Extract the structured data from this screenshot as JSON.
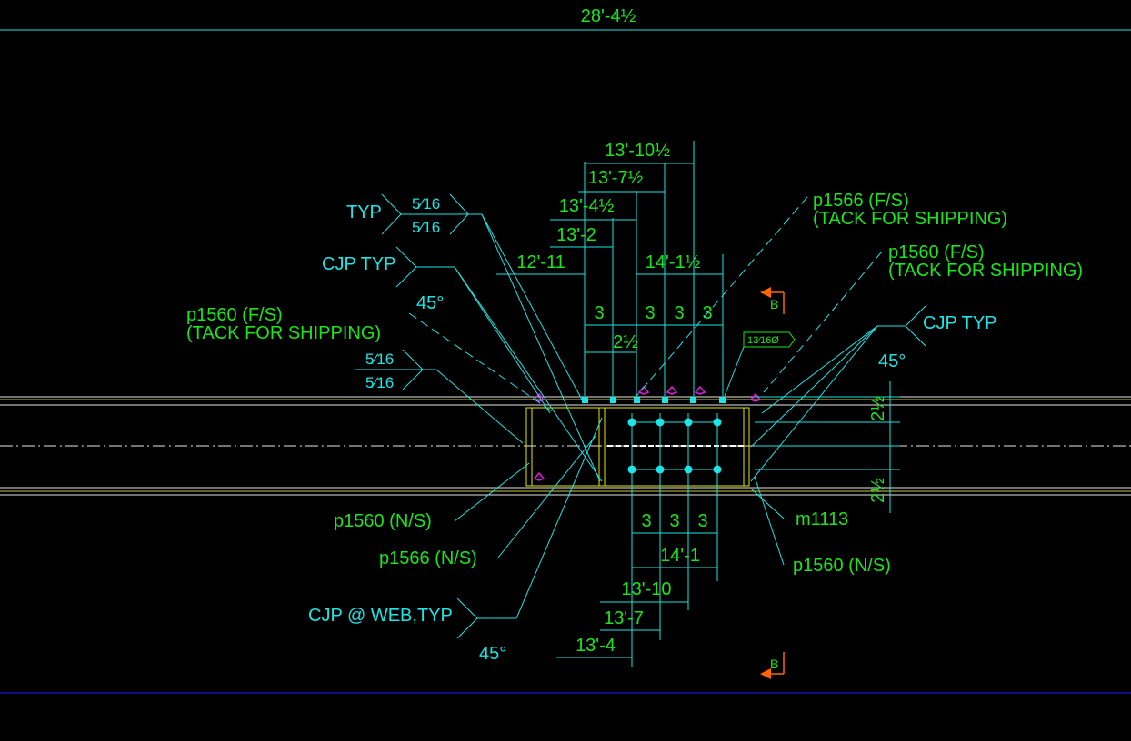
{
  "drawing": {
    "overall_length": "28'-4½",
    "dims_top": {
      "d1": "13'-10½",
      "d2": "13'-7½",
      "d3": "13'-4½",
      "d4": "13'-2",
      "d5": "12'-11",
      "d6": "14'-1½",
      "sp1": "3",
      "sp2": "3",
      "sp3": "3",
      "sp4": "3",
      "edge": "2½"
    },
    "dims_bottom": {
      "sp1": "3",
      "sp2": "3",
      "sp3": "3",
      "d1": "14'-1",
      "d2": "13'-10",
      "d3": "13'-7",
      "d4": "13'-4"
    },
    "dims_right": {
      "top": "2½",
      "bottom": "2½"
    },
    "weld_symbols": {
      "typ_label": "TYP",
      "typ_top": "5⁄16",
      "typ_bottom": "5⁄16",
      "cjp_typ_left": "CJP TYP",
      "angle_left": "45°",
      "fs_top": "5⁄16",
      "fs_bottom": "5⁄16",
      "cjp_typ_right": "CJP TYP",
      "angle_right": "45°",
      "cjp_web": "CJP @ WEB,TYP",
      "angle_web": "45°"
    },
    "callouts": {
      "p1560_fs_left": "p1560 (F/S)",
      "tack_left": "(TACK FOR SHIPPING)",
      "p1566_fs": "p1566 (F/S)",
      "tack_p1566": "(TACK FOR SHIPPING)",
      "p1560_fs_right": "p1560 (F/S)",
      "tack_right": "(TACK FOR SHIPPING)",
      "p1560_ns_left": "p1560 (N/S)",
      "p1566_ns": "p1566 (N/S)",
      "m1113": "m1113",
      "p1560_ns_right": "p1560 (N/S)"
    },
    "hole_note": "13⁄16Ø",
    "section_marks": {
      "top": "B",
      "bottom": "B"
    }
  }
}
